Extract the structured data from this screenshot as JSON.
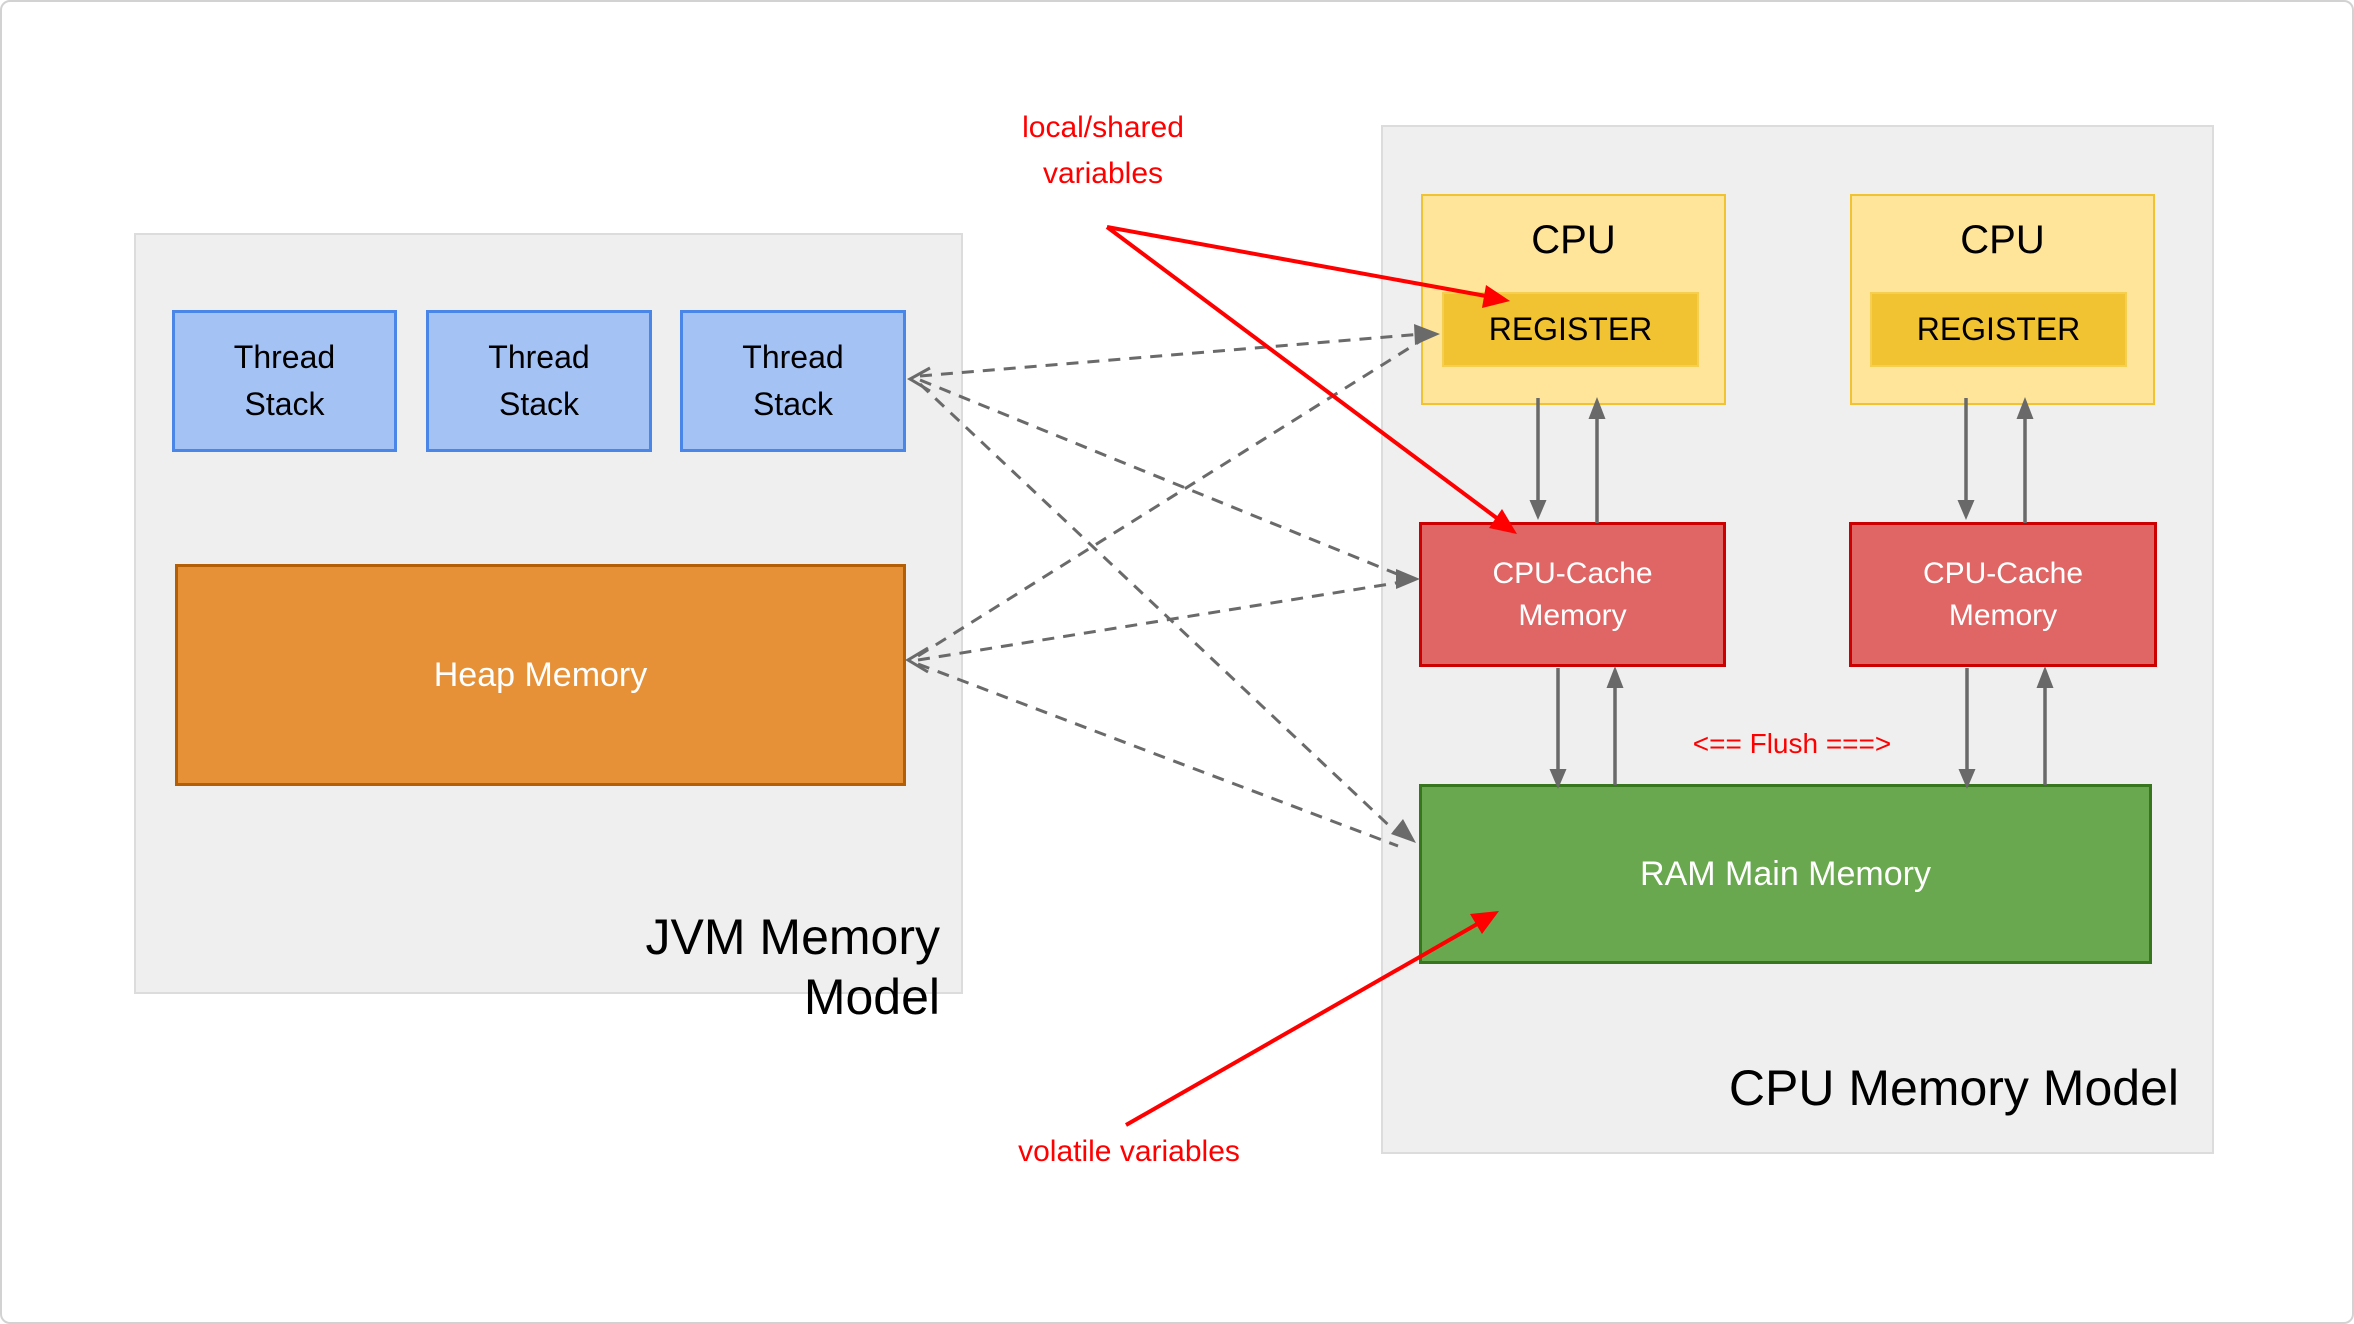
{
  "jvm": {
    "title": "JVM Memory Model",
    "thread_stacks": [
      {
        "line1": "Thread",
        "line2": "Stack"
      },
      {
        "line1": "Thread",
        "line2": "Stack"
      },
      {
        "line1": "Thread",
        "line2": "Stack"
      }
    ],
    "heap_label": "Heap Memory"
  },
  "cpu": {
    "title": "CPU Memory Model",
    "units": [
      {
        "cpu_label": "CPU",
        "register_label": "REGISTER",
        "cache_line1": "CPU-Cache",
        "cache_line2": "Memory"
      },
      {
        "cpu_label": "CPU",
        "register_label": "REGISTER",
        "cache_line1": "CPU-Cache",
        "cache_line2": "Memory"
      }
    ],
    "ram_label": "RAM Main Memory",
    "flush_label": "<== Flush ===>"
  },
  "annotations": {
    "local_shared_line1": "local/shared",
    "local_shared_line2": "variables",
    "volatile_label": "volatile variables"
  },
  "colors": {
    "panel_bg": "#efefef",
    "thread_stack_fill": "#a4c2f4",
    "thread_stack_border": "#4a86e8",
    "heap_fill": "#e69138",
    "heap_border": "#b45f06",
    "cpu_fill": "#ffe599",
    "cpu_border": "#f1c232",
    "register_fill": "#f1c232",
    "cache_fill": "#e06666",
    "cache_border": "#cc0000",
    "ram_fill": "#6aa84f",
    "ram_border": "#38761d",
    "annotation_red": "#fe0000",
    "arrow_gray": "#696969",
    "text_black": "#000000",
    "text_white": "#ffffff"
  }
}
